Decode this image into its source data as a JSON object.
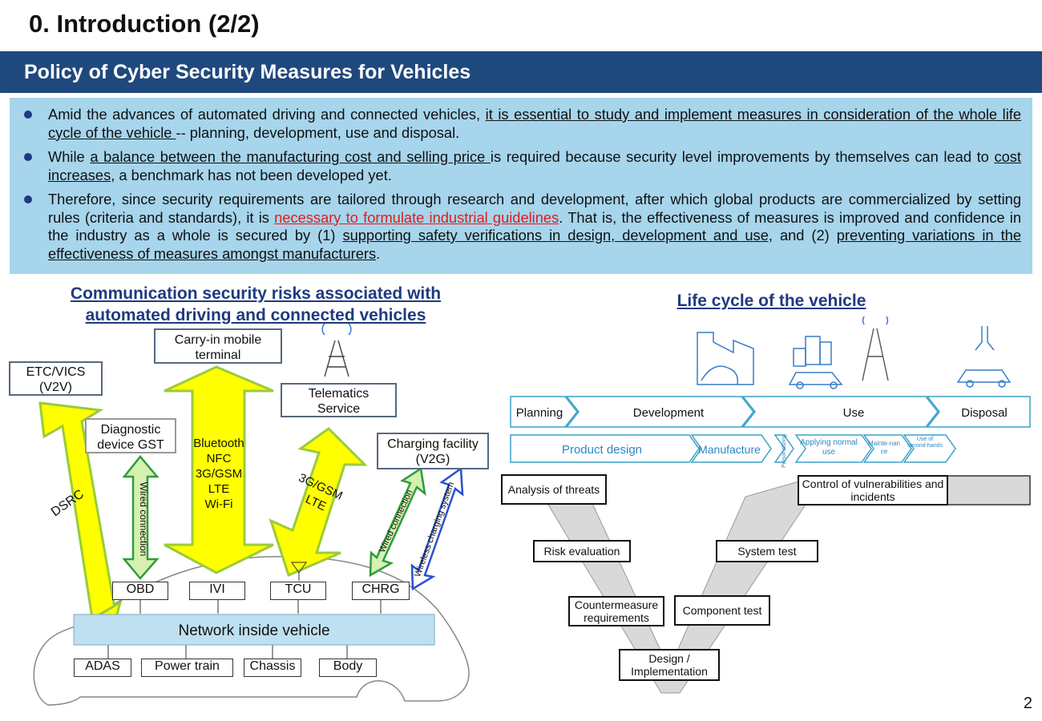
{
  "title": "0. Introduction (2/2)",
  "banner": "Policy of Cyber Security Measures for Vehicles",
  "bullets": [
    {
      "a": "Amid the advances of automated driving and connected vehicles, ",
      "u1": "it is essential to study and implement measures in consideration of the whole life cycle of the vehicle ",
      "b": "-- planning, development, use and disposal."
    },
    {
      "a": "While ",
      "u1": "a balance between the manufacturing cost and selling price ",
      "b": "is required because security level improvements by themselves can lead to ",
      "u2": "cost increases",
      "c": ", a benchmark has not been developed yet."
    },
    {
      "a": "Therefore, since security requirements are tailored through research and development, after which global products are commercialized by setting rules (criteria and standards), it is ",
      "r": "necessary to formulate industrial guidelines",
      "b": ". That is, the effectiveness of measures is improved and confidence in the industry as a whole is secured by (1) ",
      "u1": "supporting safety verifications in design, development and use,",
      "c": " and (2) ",
      "u2": "preventing variations in the effectiveness of measures amongst manufacturers",
      "d": "."
    }
  ],
  "left": {
    "heading_line1": "Communication security risks associated with",
    "heading_line2": "automated driving and connected vehicles",
    "etc_line1": "ETC/VICS",
    "etc_line2": "(V2V)",
    "diag_line1": "Diagnostic",
    "diag_line2": "device GST",
    "carry_line1": "Carry-in mobile",
    "carry_line2": "terminal",
    "telem_line1": "Telematics",
    "telem_line2": "Service",
    "charge_line1": "Charging facility",
    "charge_line2": "(V2G)",
    "dsrc": "DSRC",
    "wired1": "Wired connection",
    "bt_lines": [
      "Bluetooth",
      "NFC",
      "3G/GSM",
      "LTE",
      "Wi-Fi"
    ],
    "gsm_line1": "3G/GSM",
    "gsm_line2": "LTE",
    "wired2": "Wired connection",
    "wireless": "Wireless charging system",
    "obd": "OBD",
    "ivi": "IVI",
    "tcu": "TCU",
    "chrg": "CHRG",
    "network": "Network inside vehicle",
    "adas": "ADAS",
    "power": "Power train",
    "chassis": "Chassis",
    "body": "Body"
  },
  "right": {
    "heading": "Life cycle of the vehicle",
    "stages": [
      "Planning",
      "Development",
      "Use",
      "Disposal"
    ],
    "sub": [
      "Product design",
      "Manufacture",
      "Personalizing",
      "Applying normal use",
      "Mainte-nance",
      "Use of second-hands"
    ],
    "v_left": [
      "Analysis of threats",
      "Risk evaluation",
      "Countermeasure requirements",
      "Design / Implementation"
    ],
    "v_right": [
      "Control of vulnerabilities and incidents",
      "System test",
      "Component test"
    ]
  },
  "colors": {
    "banner": "#1f497d",
    "box": "#a6d5ec",
    "arrow": "#ffff00",
    "arrow_border": "#9acb3c",
    "network": "#bfe0f0"
  },
  "page_number": "2"
}
